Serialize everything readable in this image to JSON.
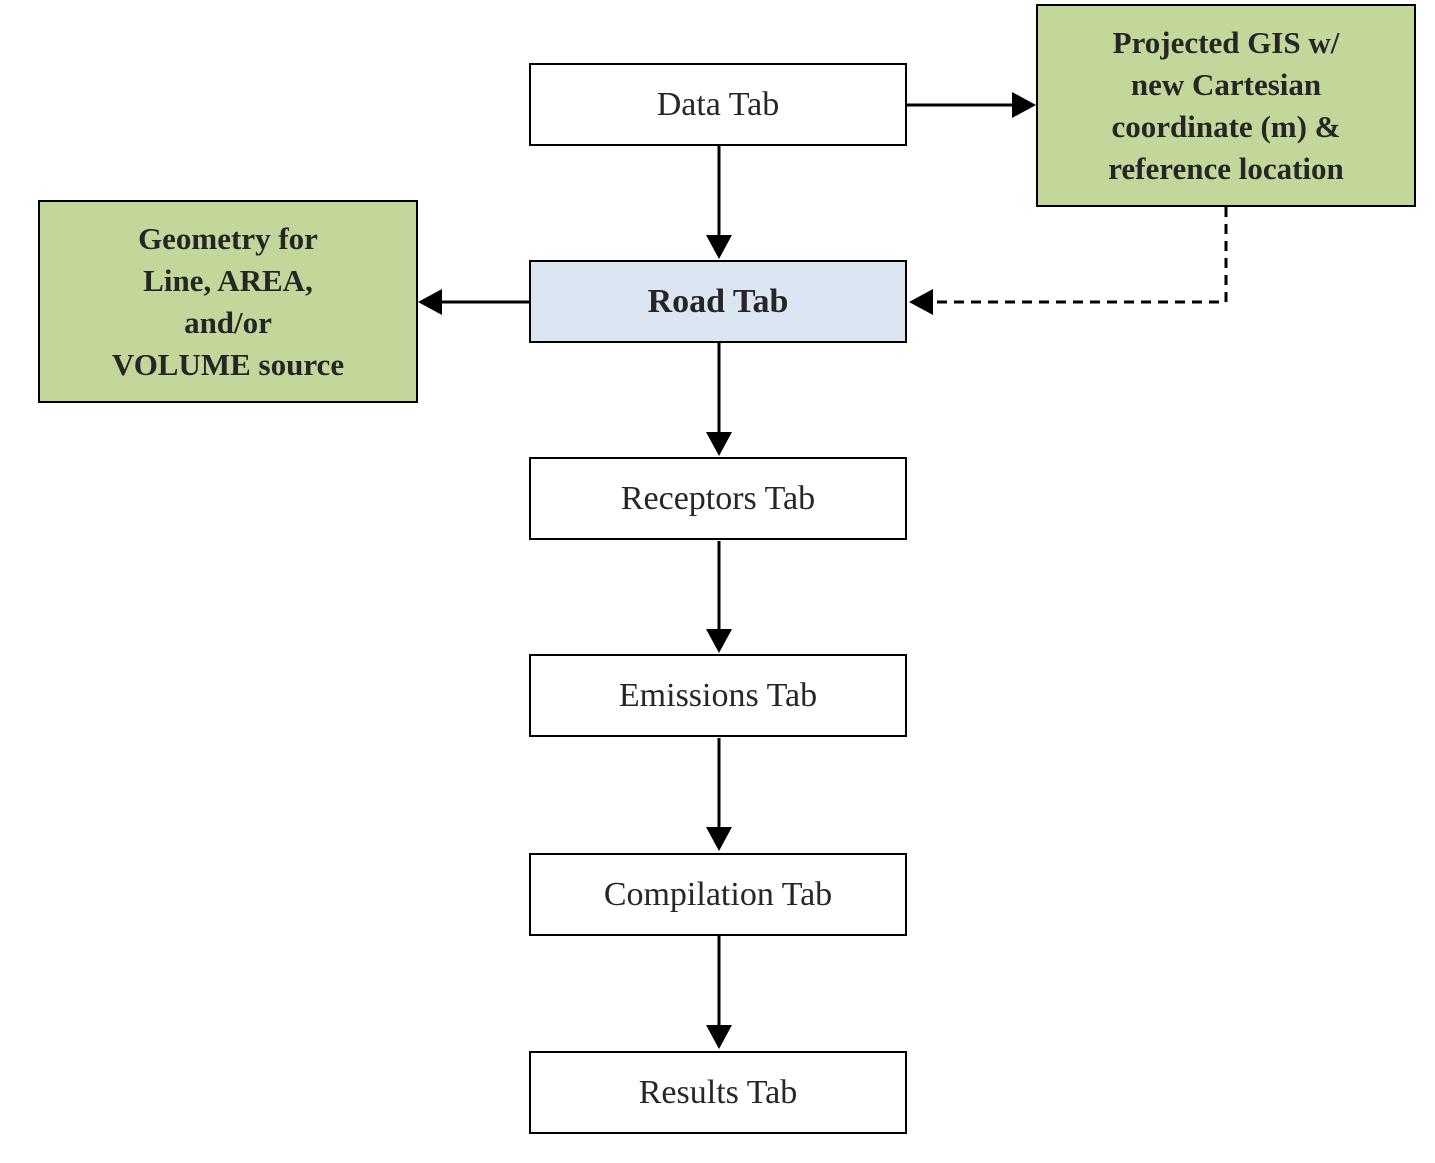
{
  "flow": {
    "data_tab": "Data Tab",
    "road_tab": "Road Tab",
    "receptors_tab": "Receptors Tab",
    "emissions_tab": "Emissions Tab",
    "compilation_tab": "Compilation Tab",
    "results_tab": "Results Tab"
  },
  "notes": {
    "projected_gis": "Projected GIS w/\nnew Cartesian\ncoordinate (m) &\nreference location",
    "geometry": "Geometry for\nLine, AREA,\nand/or\nVOLUME source"
  },
  "colors": {
    "highlight_fill": "#dce6f2",
    "note_fill": "#c4d79b",
    "stroke": "#000000",
    "text": "#262626"
  }
}
